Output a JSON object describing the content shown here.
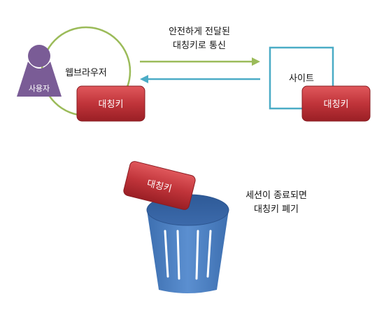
{
  "user": {
    "label": "사용자"
  },
  "browser": {
    "label": "웹브라우저"
  },
  "site": {
    "label": "사이트"
  },
  "secure_channel": {
    "line1": "안전하게 전달된",
    "line2": "대칭키로 통신"
  },
  "symmetric_key": {
    "label": "대칭키"
  },
  "session_end": {
    "line1": "세션이 종료되면",
    "line2": "대칭키 폐기"
  },
  "colors": {
    "user_purple": "#7a5c96",
    "browser_circle": "#9bbb59",
    "arrow_right": "#9bbb59",
    "arrow_left": "#4bacc6",
    "site_box": "#4bacc6",
    "key_red": "#c0343a",
    "bin_blue": "#4f7fbf"
  }
}
